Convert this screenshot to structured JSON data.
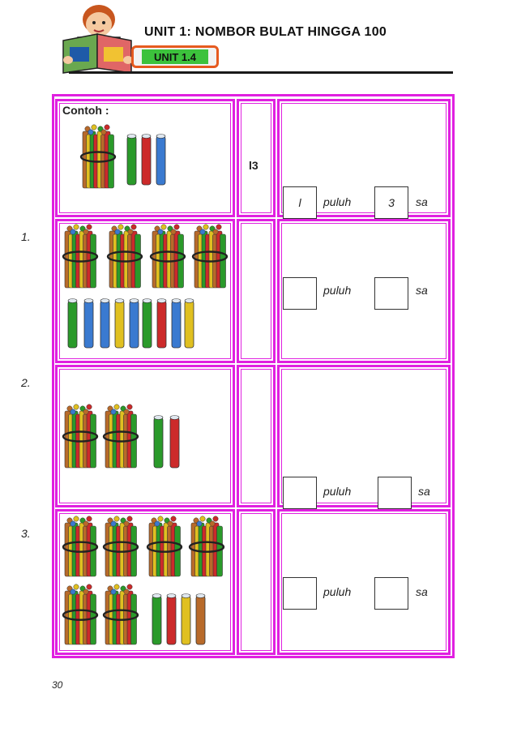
{
  "header": {
    "title": "UNIT 1: NOMBOR BULAT HINGGA 100",
    "unit_label": "UNIT 1.4"
  },
  "example": {
    "label": "Contoh :",
    "number": "l3",
    "tens_value": "l",
    "ones_value": "3"
  },
  "labels": {
    "tens": "puluh",
    "ones": "sa"
  },
  "questions": [
    {
      "number": "1.",
      "bundles": 4,
      "singles": 9
    },
    {
      "number": "2.",
      "bundles": 2,
      "singles": 2
    },
    {
      "number": "3.",
      "bundles": 6,
      "singles": 4
    }
  ],
  "stick_colors": [
    "#b86a2a",
    "#e0c020",
    "#2a9a2a",
    "#cc2a2a",
    "#3a7ad0"
  ],
  "page_number": "30"
}
